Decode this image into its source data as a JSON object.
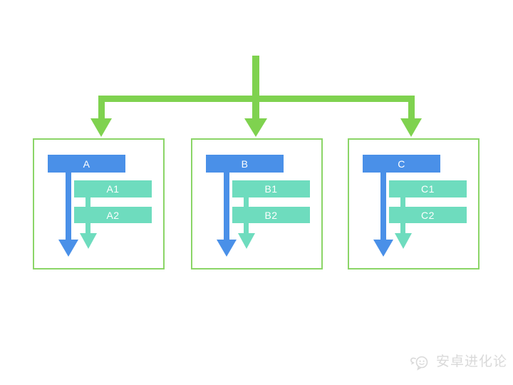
{
  "colors": {
    "green": "#7fd24f",
    "box_border": "#8bd567",
    "blue": "#4a90e8",
    "teal": "#6edcbe",
    "watermark": "#d9d9d9",
    "label": "#ffffff"
  },
  "diagram": {
    "type": "tree",
    "boxes": [
      {
        "label": "A",
        "children": [
          "A1",
          "A2"
        ]
      },
      {
        "label": "B",
        "children": [
          "B1",
          "B2"
        ]
      },
      {
        "label": "C",
        "children": [
          "C1",
          "C2"
        ]
      }
    ]
  },
  "watermark": {
    "icon": "chat-bubbles-smiley-icon",
    "text": "安卓进化论"
  }
}
